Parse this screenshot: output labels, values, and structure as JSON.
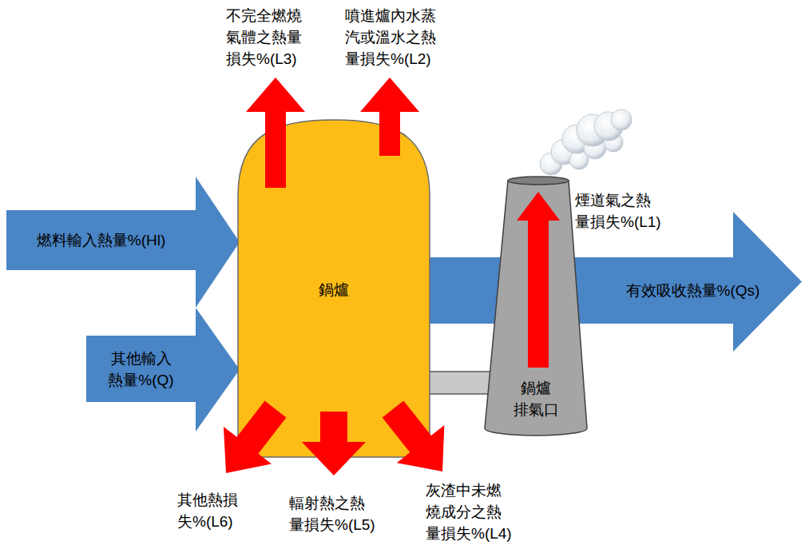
{
  "diagram": {
    "nodes": [
      {
        "text": [
          "燃料輸入熱量%(Hl)"
        ]
      },
      {
        "text": [
          "其他輸入 熱量%(Q)"
        ]
      },
      {
        "text": [
          "鍋爐"
        ]
      },
      {
        "text": [
          "鍋爐 排氣口"
        ]
      },
      {
        "text": [
          "有效吸收熱量%(Qs)"
        ]
      }
    ],
    "edges": [
      {
        "from": 2,
        "to": 3,
        "arrow": "none"
      }
    ],
    "labels": [
      "不完全燃燒 氣體之熱量 損失%(L3)",
      "噴進爐內水蒸 汽或溫水之熱 量損失%(L2)",
      "煙道氣之熱 量損失%(L1)",
      "其他熱損 失%(L6)",
      "輻射熱之熱 量損失%(L5)",
      "灰渣中未燃 燒成分之熱 量損失%(L4)"
    ]
  }
}
